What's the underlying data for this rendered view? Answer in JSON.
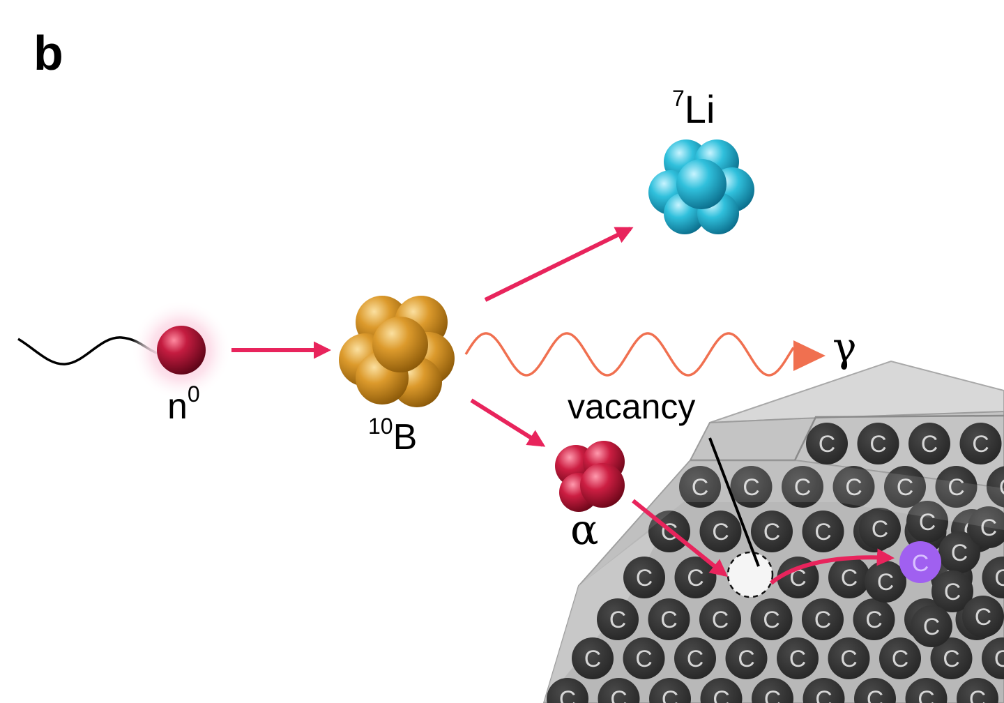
{
  "panel_label": "b",
  "labels": {
    "neutron": {
      "base": "n",
      "sup": "0"
    },
    "boron": {
      "sup": "10",
      "base": "B"
    },
    "lithium": {
      "sup": "7",
      "base": "Li"
    },
    "gamma": "γ",
    "alpha": "α",
    "vacancy": "vacancy",
    "carbon": "C"
  },
  "colors": {
    "arrow": "#e8245c",
    "gamma_wave": "#f07050",
    "neutron": "#b8163a",
    "neutron_glow": "#f7a6c4",
    "boron": "#d89628",
    "lithium": "#2bbcd8",
    "alpha": "#c81e40",
    "carbon": "#3a3a3a",
    "displaced_carbon": "#a060f0",
    "diamond": "#b4b4b4"
  }
}
